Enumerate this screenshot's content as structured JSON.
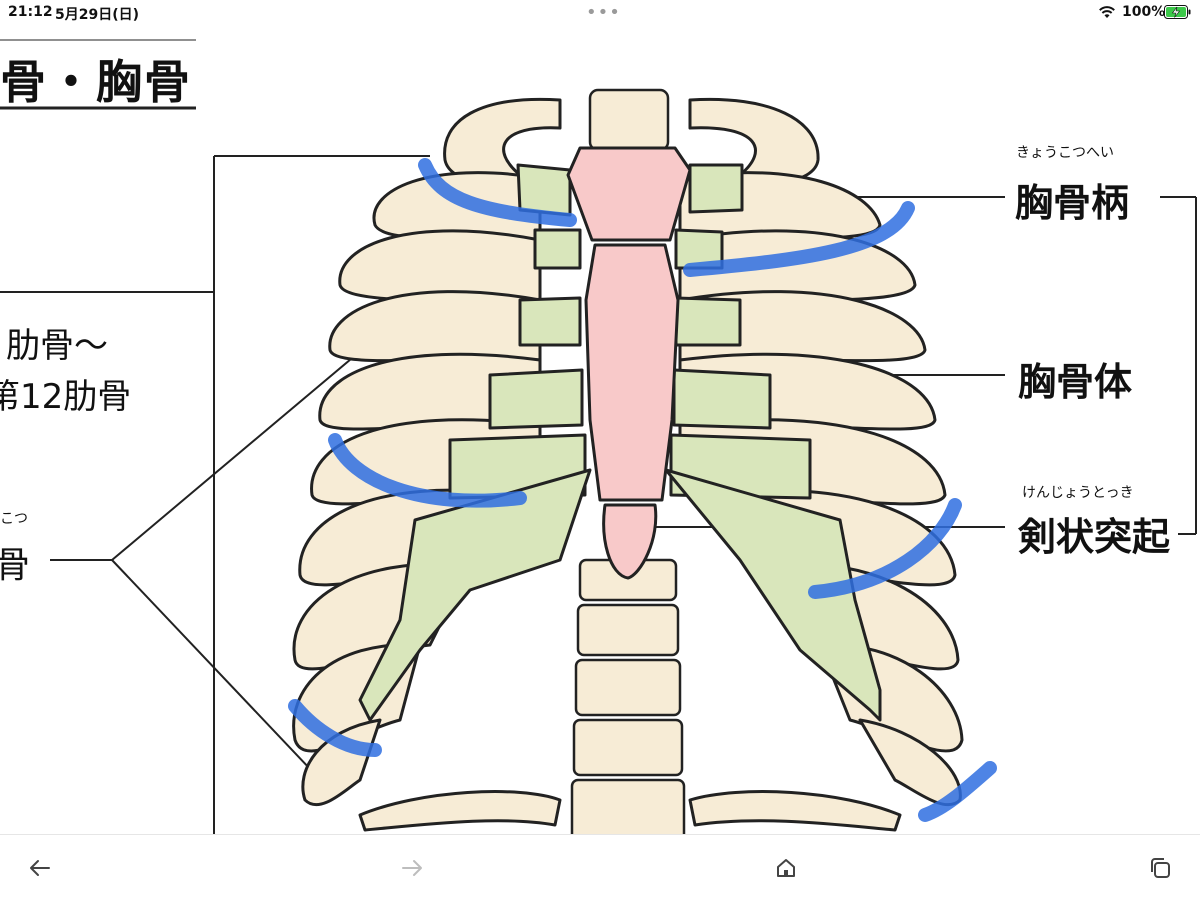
{
  "status_bar": {
    "time": "21:12",
    "date": "5月29日(日)",
    "battery_percent": "100%"
  },
  "figure": {
    "title_partial": "骨・胸骨",
    "left_labels": {
      "ribs_line1": "肋骨〜",
      "ribs_line2": "第12肋骨",
      "cartilage_ruby": "こつ",
      "cartilage": "骨"
    },
    "right_labels": {
      "manubrium_ruby": "きょうこつへい",
      "manubrium": "胸骨柄",
      "body": "胸骨体",
      "xiphoid_ruby": "けんじょうとっき",
      "xiphoid": "剣状突起"
    },
    "colors": {
      "bone": "#f7ecd6",
      "cartilage": "#d9e6bb",
      "sternum": "#f8c9c9",
      "outline": "#222222",
      "highlight": "#2f6fe0"
    }
  },
  "bottom_bar": {
    "back_icon": "arrow-left-icon",
    "forward_icon": "arrow-right-icon",
    "home_icon": "home-icon",
    "tabs_icon": "tabs-icon"
  }
}
